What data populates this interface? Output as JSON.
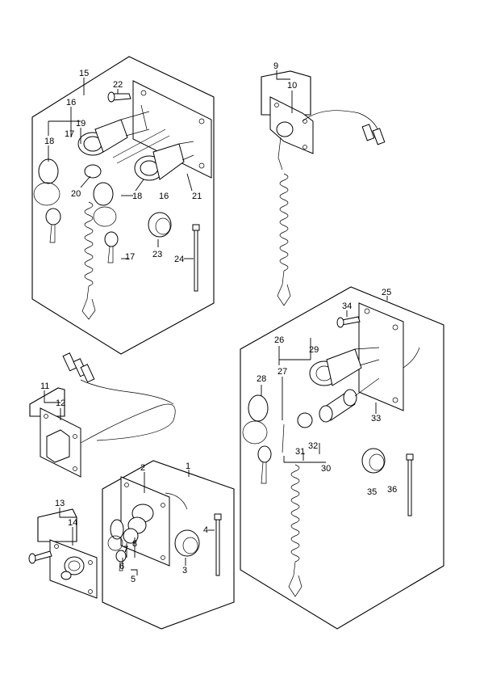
{
  "callouts": {
    "c1": "1",
    "c2": "2",
    "c3": "3",
    "c4": "4",
    "c5": "5",
    "c6": "6",
    "c7": "7",
    "c8": "8",
    "c9": "9",
    "c10": "10",
    "c11": "11",
    "c12": "12",
    "c13": "13",
    "c14": "14",
    "c15": "15",
    "c16a": "16",
    "c16b": "16",
    "c17a": "17",
    "c17b": "17",
    "c18a": "18",
    "c18b": "18",
    "c19": "19",
    "c20": "20",
    "c21": "21",
    "c22": "22",
    "c23": "23",
    "c24": "24",
    "c25": "25",
    "c26": "26",
    "c27": "27",
    "c28": "28",
    "c29": "29",
    "c30": "30",
    "c31": "31",
    "c32": "32",
    "c33": "33",
    "c34": "34",
    "c35": "35",
    "c36": "36"
  },
  "colors": {
    "line": "#000000",
    "background": "#ffffff"
  }
}
